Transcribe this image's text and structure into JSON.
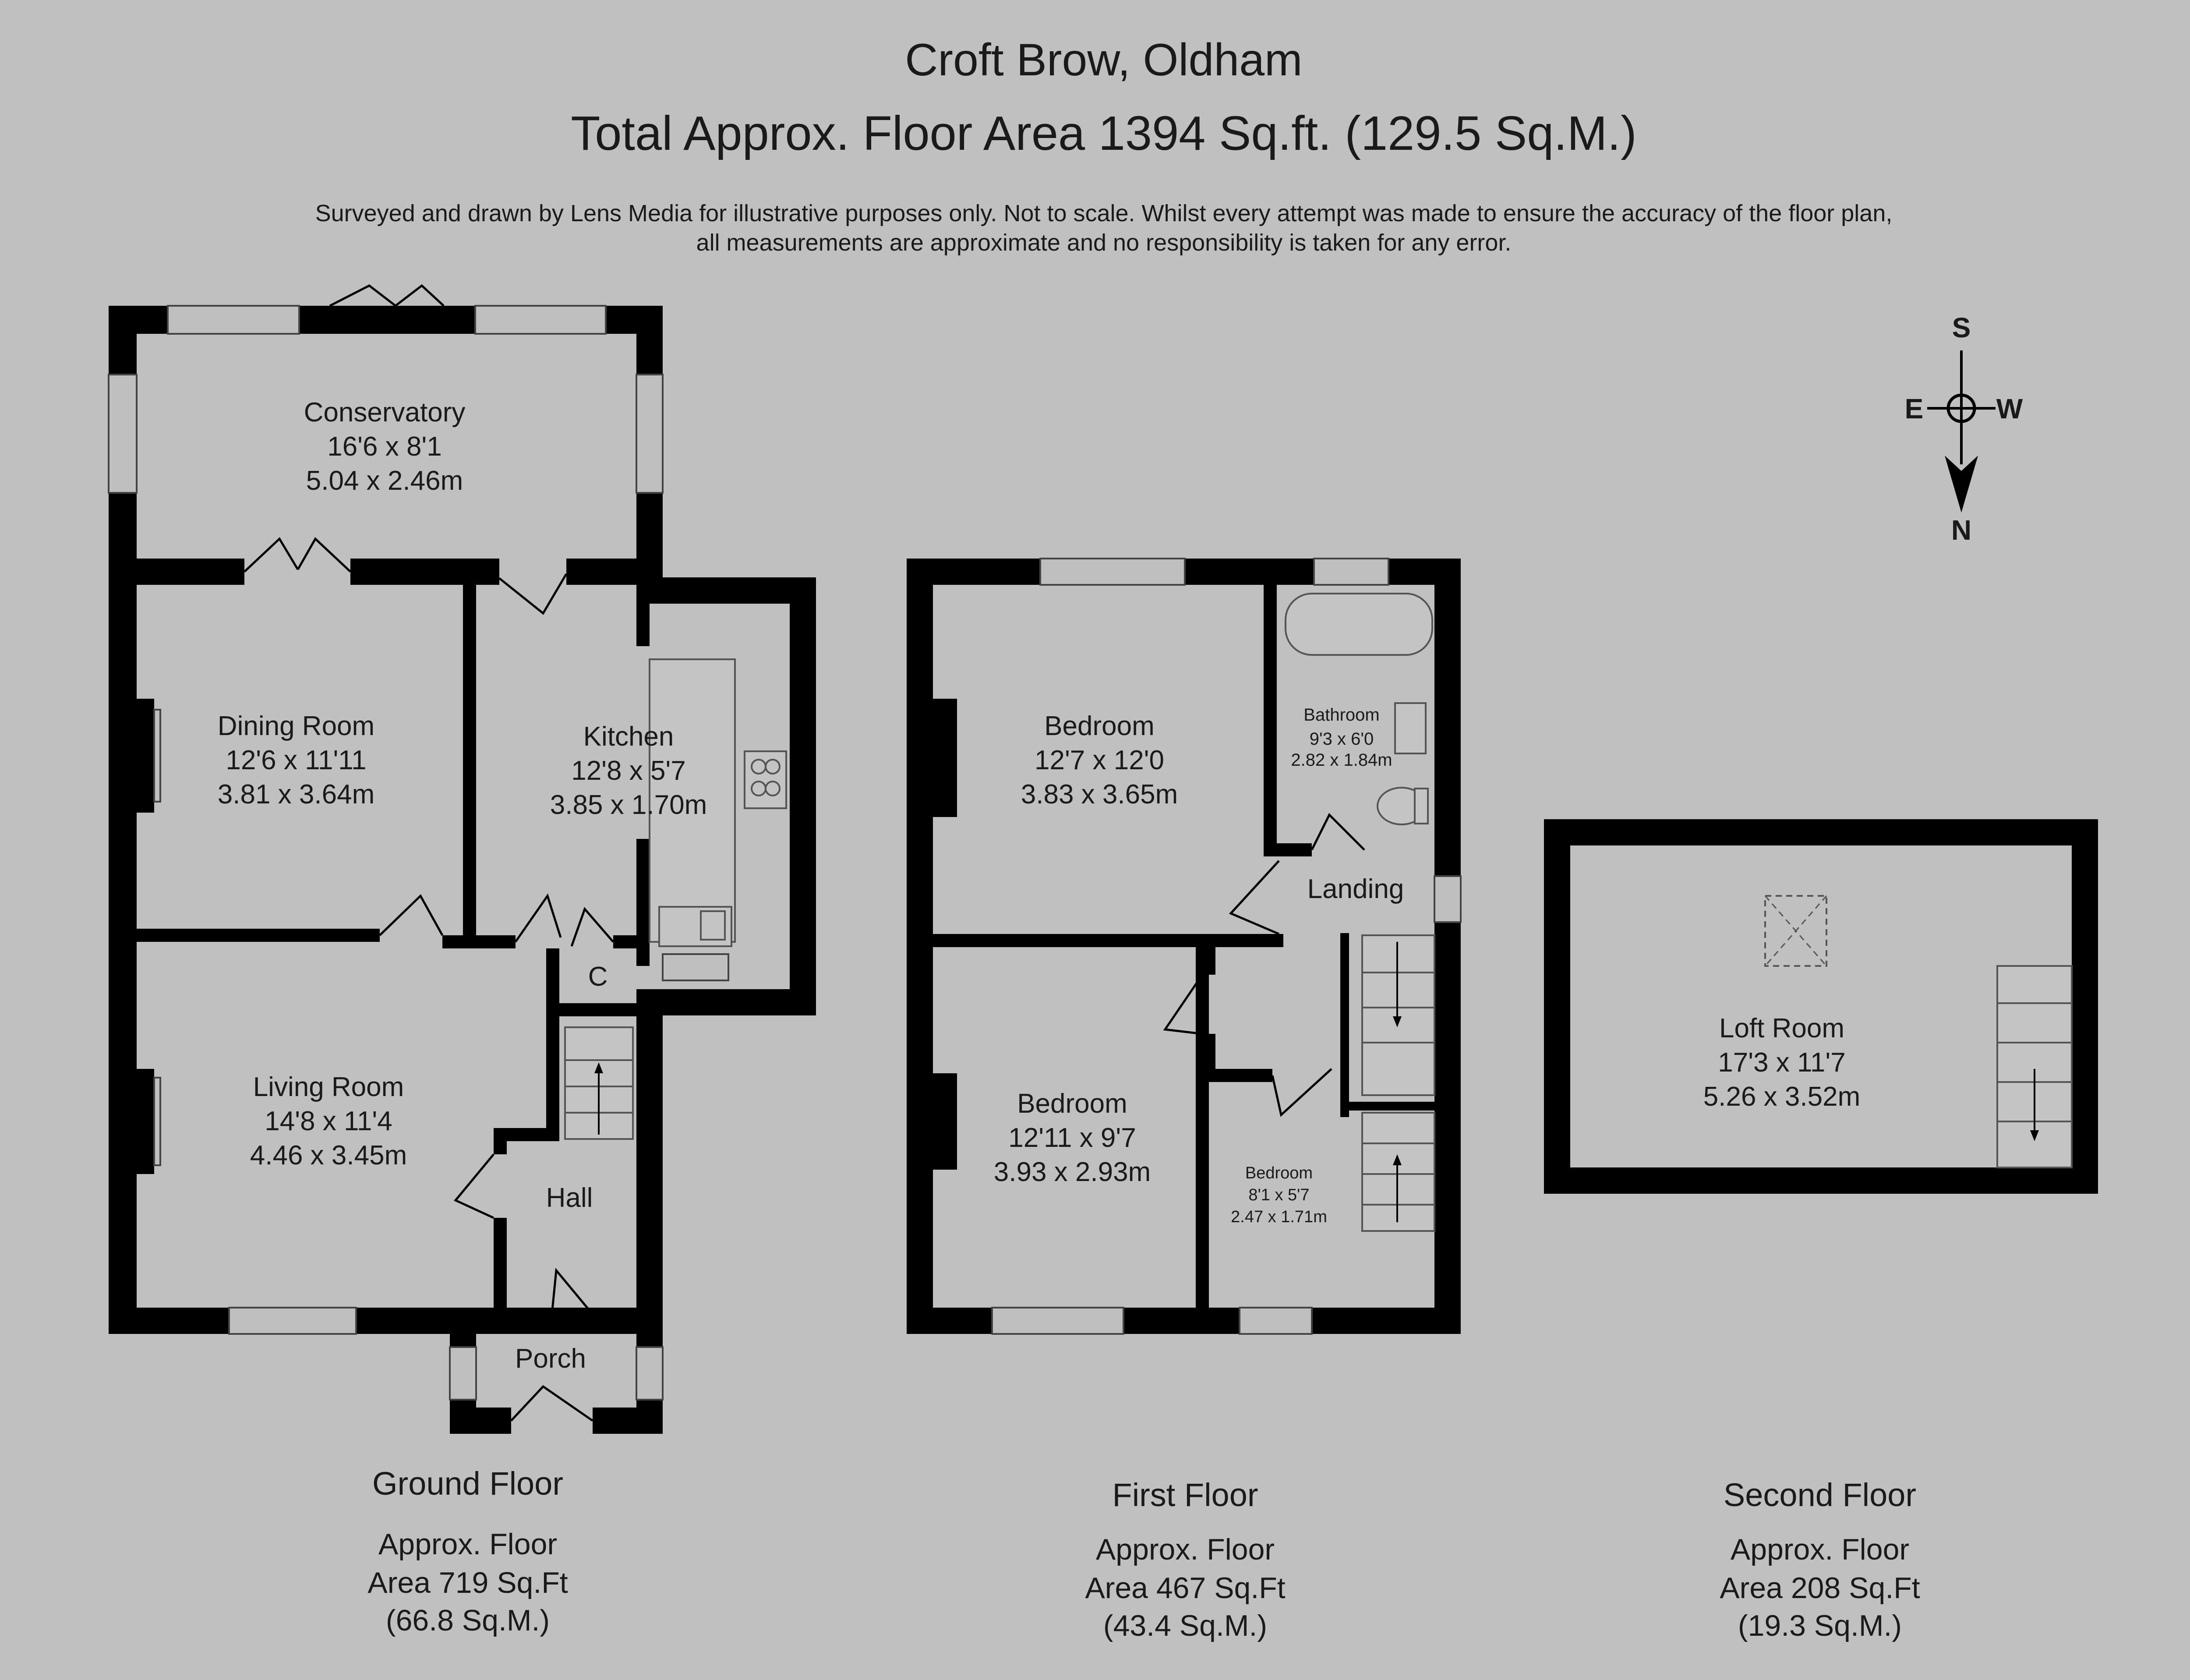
{
  "header": {
    "title": "Croft Brow, Oldham",
    "total_area": "Total Approx. Floor Area 1394 Sq.ft. (129.5 Sq.M.)",
    "disclaimer_line1": "Surveyed and drawn by Lens Media for illustrative purposes only. Not to scale. Whilst every attempt was made to ensure the accuracy of the floor plan,",
    "disclaimer_line2": "all measurements are approximate and no responsibility is taken for any error."
  },
  "compass": {
    "s": "S",
    "e": "E",
    "w": "W",
    "n": "N"
  },
  "ground_floor": {
    "label": "Ground Floor",
    "area_line1": "Approx. Floor",
    "area_line2": "Area 719 Sq.Ft",
    "area_line3": "(66.8 Sq.M.)",
    "rooms": {
      "conservatory": {
        "name": "Conservatory",
        "imperial": "16'6 x 8'1",
        "metric": "5.04 x 2.46m"
      },
      "dining": {
        "name": "Dining Room",
        "imperial": "12'6 x 11'11",
        "metric": "3.81 x 3.64m"
      },
      "kitchen": {
        "name": "Kitchen",
        "imperial": "12'8 x 5'7",
        "metric": "3.85 x 1.70m"
      },
      "living": {
        "name": "Living Room",
        "imperial": "14'8 x 11'4",
        "metric": "4.46 x 3.45m"
      },
      "cupboard": {
        "name": "C"
      },
      "hall": {
        "name": "Hall"
      },
      "porch": {
        "name": "Porch"
      }
    }
  },
  "first_floor": {
    "label": "First Floor",
    "area_line1": "Approx. Floor",
    "area_line2": "Area 467 Sq.Ft",
    "area_line3": "(43.4 Sq.M.)",
    "rooms": {
      "bedroom1": {
        "name": "Bedroom",
        "imperial": "12'7 x 12'0",
        "metric": "3.83 x 3.65m"
      },
      "bathroom": {
        "name": "Bathroom",
        "imperial": "9'3 x 6'0",
        "metric": "2.82 x 1.84m"
      },
      "landing": {
        "name": "Landing"
      },
      "bedroom2": {
        "name": "Bedroom",
        "imperial": "12'11 x 9'7",
        "metric": "3.93 x 2.93m"
      },
      "bedroom3": {
        "name": "Bedroom",
        "imperial": "8'1 x 5'7",
        "metric": "2.47 x 1.71m"
      }
    }
  },
  "second_floor": {
    "label": "Second Floor",
    "area_line1": "Approx. Floor",
    "area_line2": "Area 208 Sq.Ft",
    "area_line3": "(19.3 Sq.M.)",
    "rooms": {
      "loft": {
        "name": "Loft Room",
        "imperial": "17'3 x 11'7",
        "metric": "5.26 x 3.52m"
      }
    }
  }
}
